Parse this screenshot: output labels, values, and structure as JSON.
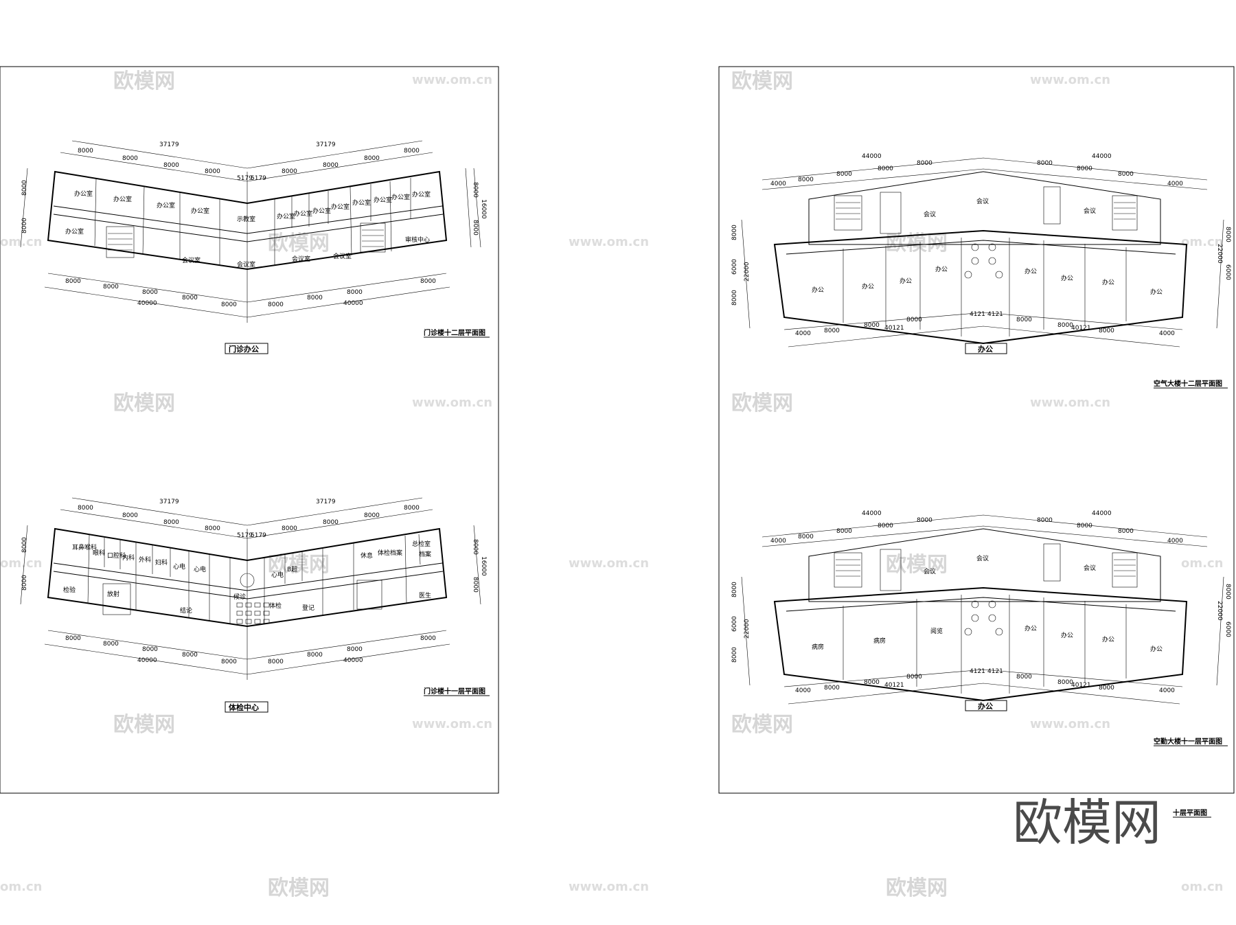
{
  "watermarks": {
    "brand": "欧模网",
    "url": "www.om.cn",
    "url_partial": "om.cn"
  },
  "sheets": [
    {
      "id": "p1",
      "caption": "门诊办公",
      "subtitle": "门诊楼十二层平面图",
      "top_dims": [
        "8000",
        "8000",
        "8000",
        "8000",
        "8000",
        "8000",
        "8000",
        "8000"
      ],
      "top_totals": [
        "37179",
        "37179"
      ],
      "mid": [
        "5179",
        "5179"
      ],
      "bottom_dims": [
        "8000",
        "8000",
        "8000",
        "8000",
        "8000",
        "8000",
        "8000",
        "8000",
        "8000"
      ],
      "bottom_totals": [
        "40000",
        "40000"
      ],
      "side": [
        "8000",
        "16000",
        "8000"
      ],
      "rooms": [
        "办公室",
        "办公室",
        "办公室",
        "办公室",
        "示教室",
        "办公室",
        "办公室",
        "办公室",
        "办公室",
        "办公室",
        "办公室",
        "办公室",
        "办公室",
        "办公室",
        "会议室",
        "会议室",
        "会议室",
        "会议室",
        "审核中心"
      ]
    },
    {
      "id": "p2",
      "caption": "体检中心",
      "subtitle": "门诊楼十一层平面图",
      "top_dims": [
        "8000",
        "8000",
        "8000",
        "8000",
        "8000",
        "8000",
        "8000",
        "8000"
      ],
      "top_totals": [
        "37179",
        "37179"
      ],
      "mid": [
        "5179",
        "5179"
      ],
      "bottom_dims": [
        "8000",
        "8000",
        "8000",
        "8000",
        "8000",
        "8000",
        "8000",
        "8000",
        "8000"
      ],
      "bottom_totals": [
        "40000",
        "40000"
      ],
      "side": [
        "8000",
        "16000",
        "8000"
      ],
      "rooms": [
        "耳鼻喉科",
        "眼科",
        "口腔科",
        "内科",
        "外科",
        "妇科",
        "心电",
        "B超",
        "检验",
        "放射",
        "候诊",
        "登记",
        "体检",
        "心电",
        "结论",
        "总检室",
        "休息",
        "体检档案",
        "医生",
        "档案",
        "心电"
      ]
    },
    {
      "id": "p3",
      "caption": "办公",
      "subtitle": "空气大楼十二层平面图",
      "top_dims": [
        "4000",
        "8000",
        "8000",
        "8000",
        "8000",
        "8000",
        "8000",
        "8000",
        "4000"
      ],
      "top_totals": [
        "44000",
        "44000"
      ],
      "bottom_dims": [
        "4000",
        "8000",
        "8000",
        "8000",
        "4121",
        "4121",
        "8000",
        "8000",
        "8000",
        "4000"
      ],
      "bottom_totals": [
        "40121",
        "40121"
      ],
      "side": [
        "8000",
        "6000",
        "8000",
        "22000"
      ],
      "rooms": [
        "会议",
        "会议",
        "会议",
        "办公",
        "办公",
        "办公",
        "办公",
        "办公",
        "办公",
        "办公",
        "办公"
      ]
    },
    {
      "id": "p4",
      "caption": "办公",
      "subtitle": "空勤大楼十一层平面图",
      "top_dims": [
        "4000",
        "8000",
        "8000",
        "8000",
        "8000",
        "8000",
        "8000",
        "8000",
        "4000"
      ],
      "top_totals": [
        "44000",
        "44000"
      ],
      "bottom_dims": [
        "4000",
        "8000",
        "8000",
        "8000",
        "4121",
        "4121",
        "8000",
        "8000",
        "8000",
        "4000"
      ],
      "bottom_totals": [
        "40121",
        "40121"
      ],
      "side": [
        "8000",
        "6000",
        "8000",
        "22000"
      ],
      "rooms": [
        "会议",
        "会议",
        "会议",
        "病房",
        "病房",
        "阅览",
        "办公",
        "办公",
        "办公",
        "办公"
      ]
    }
  ],
  "footer_note": "十层平面图"
}
